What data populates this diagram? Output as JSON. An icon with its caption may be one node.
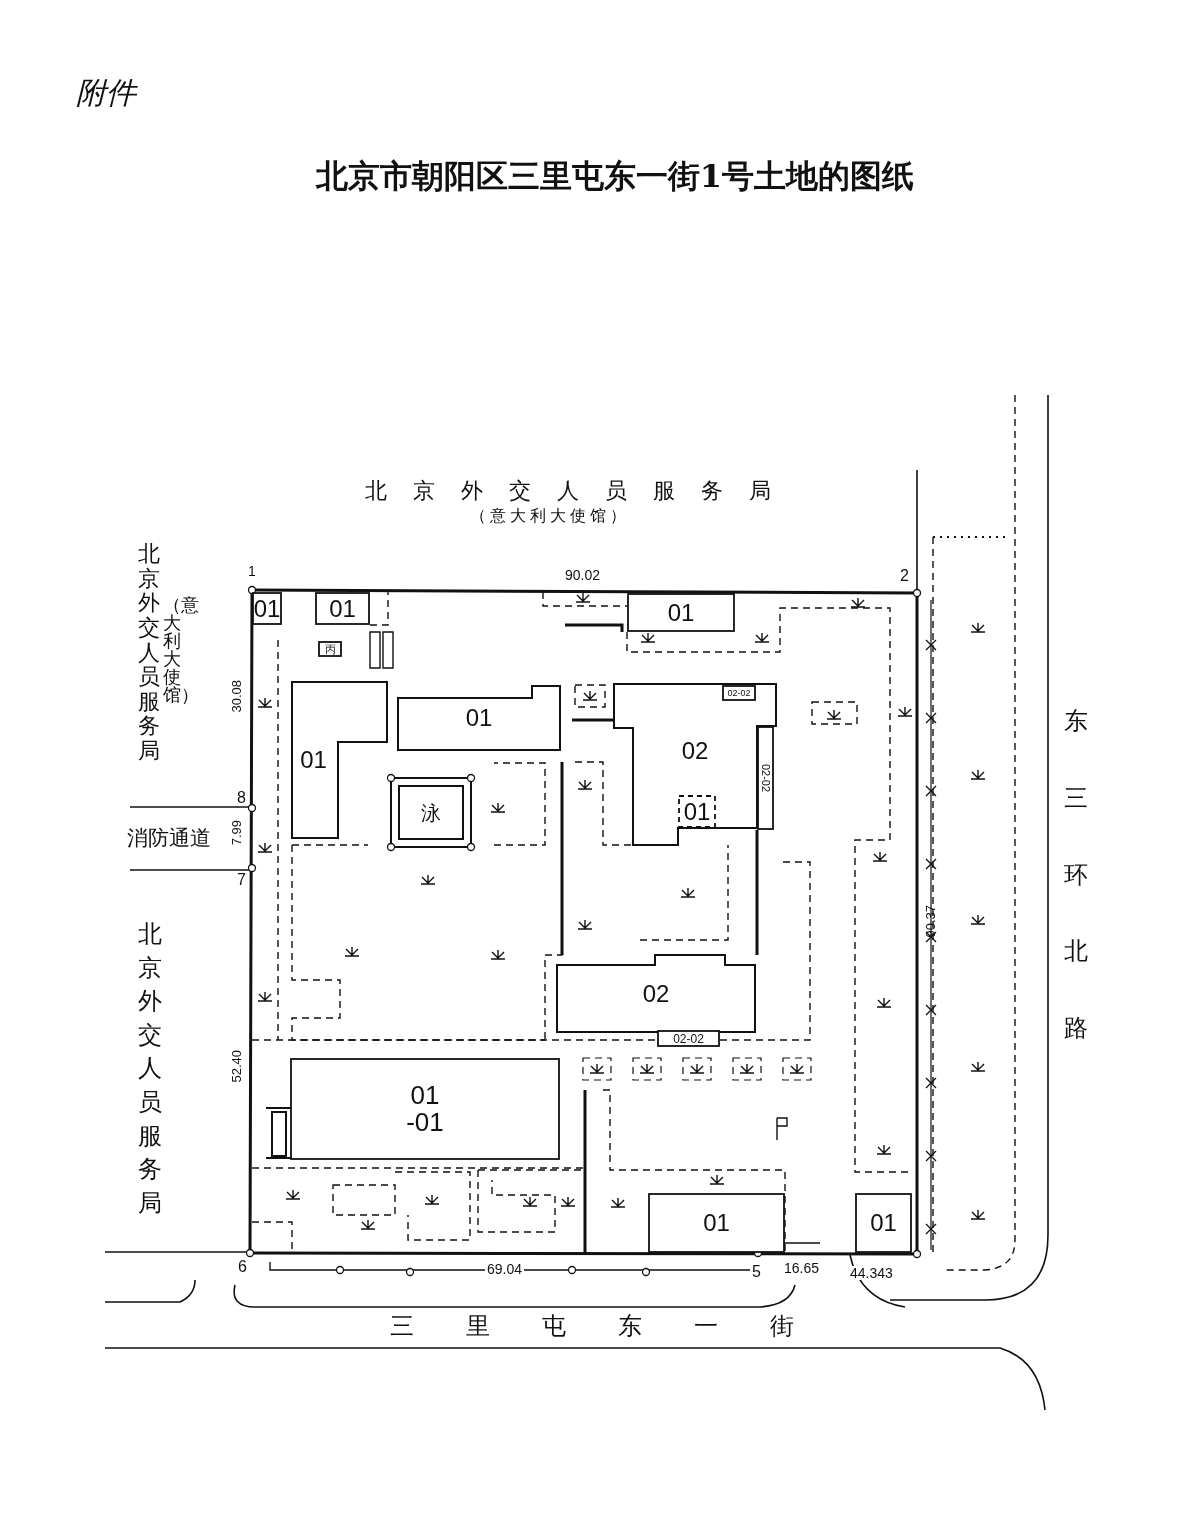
{
  "diagram": {
    "title": "北京市朝阳区三里屯东一街1号土地的图纸",
    "nodes": [
      {
        "text": [
          "01"
        ]
      },
      {
        "text": [
          "01"
        ]
      },
      {
        "text": [
          "01"
        ]
      },
      {
        "text": [
          "丙"
        ]
      },
      {
        "text": [
          "01"
        ]
      },
      {
        "text": [
          "01"
        ]
      },
      {
        "text": [
          "02"
        ]
      },
      {
        "text": [
          "02-02"
        ],
        "in": 6
      },
      {
        "text": [
          "02-02"
        ]
      },
      {
        "text": [
          "01"
        ],
        "in": 6
      },
      {
        "text": [
          "泳"
        ]
      },
      {
        "text": [
          "02"
        ]
      },
      {
        "text": [
          "02-02"
        ]
      },
      {
        "text": [
          "01 -01"
        ]
      },
      {
        "text": [
          "01"
        ]
      },
      {
        "text": [
          "01"
        ]
      }
    ],
    "labels": [
      "附件",
      "北京外交人员服务局",
      "（意大利大使馆）",
      "北京外交人员服务局",
      "（意大利大使馆）",
      "1",
      "90.02",
      "2",
      "30.08",
      "8",
      "消防通道",
      "7.99",
      "7",
      "东三环北路",
      "90.37",
      "北京外交人员服务局",
      "52.40",
      "6",
      "69.04",
      "5",
      "16.65",
      "44.343",
      "三里屯东一街"
    ]
  }
}
